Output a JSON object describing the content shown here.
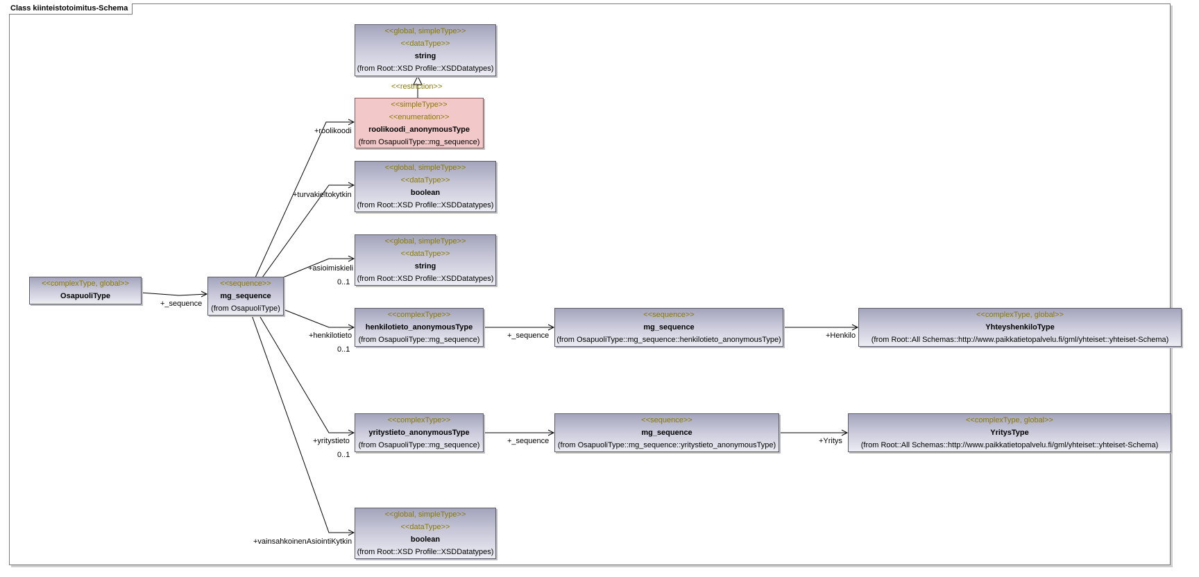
{
  "diagram": {
    "title": "Class kiinteistotoimitus-Schema",
    "classes": {
      "osapuoli": {
        "stereotype": "<<complexType, global>>",
        "name": "OsapuoliType"
      },
      "mgseq": {
        "stereotype": "<<sequence>>",
        "name": "mg_sequence",
        "from": "(from OsapuoliType)"
      },
      "string1": {
        "stereotype1": "<<global, simpleType>>",
        "stereotype2": "<<dataType>>",
        "name": "string",
        "from": "(from Root::XSD Profile::XSDDatatypes)"
      },
      "rooli": {
        "stereotype1": "<<simpleType>>",
        "stereotype2": "<<enumeration>>",
        "name": "roolikoodi_anonymousType",
        "from": "(from OsapuoliType::mg_sequence)"
      },
      "bool1": {
        "stereotype1": "<<global, simpleType>>",
        "stereotype2": "<<dataType>>",
        "name": "boolean",
        "from": "(from Root::XSD Profile::XSDDatatypes)"
      },
      "string2": {
        "stereotype1": "<<global, simpleType>>",
        "stereotype2": "<<dataType>>",
        "name": "string",
        "from": "(from Root::XSD Profile::XSDDatatypes)"
      },
      "henkilo": {
        "stereotype": "<<complexType>>",
        "name": "henkilotieto_anonymousType",
        "from": "(from OsapuoliType::mg_sequence)"
      },
      "mgseqH": {
        "stereotype": "<<sequence>>",
        "name": "mg_sequence",
        "from": "(from OsapuoliType::mg_sequence::henkilotieto_anonymousType)"
      },
      "yhteys": {
        "stereotype": "<<complexType, global>>",
        "name": "YhteyshenkiloType",
        "from": "(from Root::All Schemas::http://www.paikkatietopalvelu.fi/gml/yhteiset::yhteiset-Schema)"
      },
      "yritys": {
        "stereotype": "<<complexType>>",
        "name": "yritystieto_anonymousType",
        "from": "(from OsapuoliType::mg_sequence)"
      },
      "mgseqY": {
        "stereotype": "<<sequence>>",
        "name": "mg_sequence",
        "from": "(from OsapuoliType::mg_sequence::yritystieto_anonymousType)"
      },
      "yritysType": {
        "stereotype": "<<complexType, global>>",
        "name": "YritysType",
        "from": "(from Root::All Schemas::http://www.paikkatietopalvelu.fi/gml/yhteiset::yhteiset-Schema)"
      },
      "bool2": {
        "stereotype1": "<<global, simpleType>>",
        "stereotype2": "<<dataType>>",
        "name": "boolean",
        "from": "(from Root::XSD Profile::XSDDatatypes)"
      }
    },
    "labels": {
      "seq_main": "+_sequence",
      "restriction": "<<restriction>>",
      "roolikoodi": "+roolikoodi",
      "turvakielto": "+turvakieltokytkin",
      "asiointikieli": "+asioimiskieli",
      "asiointikieli_mult": "0..1",
      "henkilotieto": "+henkilotieto",
      "henkilotieto_mult": "0..1",
      "seq_henkilo": "+_sequence",
      "henkilo_role": "+Henkilo",
      "yritystieto": "+yritystieto",
      "yritystieto_mult": "0..1",
      "seq_yritys": "+_sequence",
      "yritys_role": "+Yritys",
      "vainsahkoinen": "+vainsahkoinenAsiointiKytkin"
    }
  }
}
